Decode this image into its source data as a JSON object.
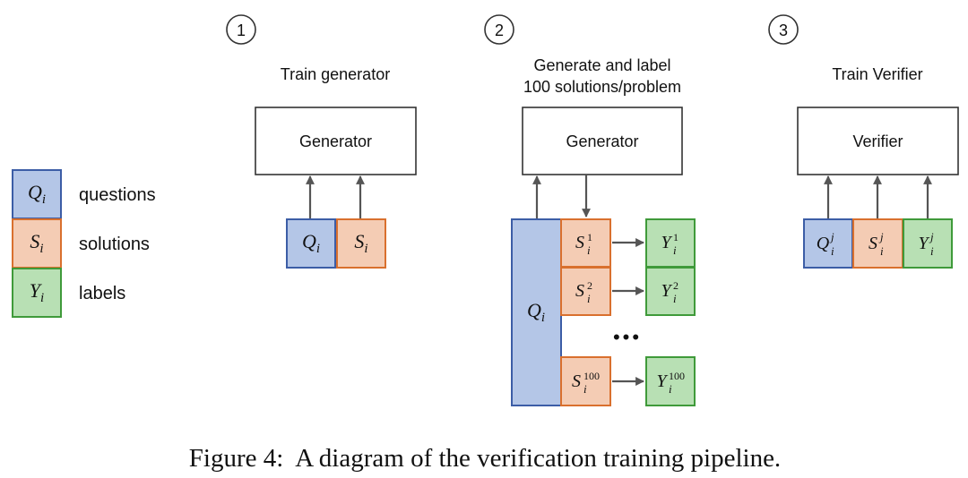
{
  "colors": {
    "question_fill": "#b4c6e7",
    "question_stroke": "#3c5da6",
    "solution_fill": "#f4ccb4",
    "solution_stroke": "#d9702e",
    "label_fill": "#b8e0b4",
    "label_stroke": "#3f9a3a",
    "arrow": "#555555"
  },
  "legend": {
    "items": [
      {
        "symbol": "Q",
        "sub": "i",
        "text": "questions"
      },
      {
        "symbol": "S",
        "sub": "i",
        "text": "solutions"
      },
      {
        "symbol": "Y",
        "sub": "i",
        "text": "labels"
      }
    ]
  },
  "steps": [
    {
      "number": "1",
      "title": "Train generator",
      "model": "Generator"
    },
    {
      "number": "2",
      "title_line1": "Generate and label",
      "title_line2": "100 solutions/problem",
      "model": "Generator"
    },
    {
      "number": "3",
      "title": "Train Verifier",
      "model": "Verifier"
    }
  ],
  "stage1": {
    "question": {
      "symbol": "Q",
      "sub": "i"
    },
    "solution": {
      "symbol": "S",
      "sub": "i"
    }
  },
  "stage2": {
    "question": {
      "symbol": "Q",
      "sub": "i"
    },
    "rows": [
      {
        "solution": {
          "symbol": "S",
          "sub": "i",
          "sup": "1"
        },
        "label": {
          "symbol": "Y",
          "sub": "i",
          "sup": "1"
        }
      },
      {
        "solution": {
          "symbol": "S",
          "sub": "i",
          "sup": "2"
        },
        "label": {
          "symbol": "Y",
          "sub": "i",
          "sup": "2"
        }
      },
      {
        "solution": {
          "symbol": "S",
          "sub": "i",
          "sup": "100"
        },
        "label": {
          "symbol": "Y",
          "sub": "i",
          "sup": "100"
        }
      }
    ],
    "ellipsis": "•••"
  },
  "stage3": {
    "question": {
      "symbol": "Q",
      "sub": "i",
      "sup": "j"
    },
    "solution": {
      "symbol": "S",
      "sub": "i",
      "sup": "j"
    },
    "label": {
      "symbol": "Y",
      "sub": "i",
      "sup": "j"
    }
  },
  "caption": "Figure 4:  A diagram of the verification training pipeline."
}
